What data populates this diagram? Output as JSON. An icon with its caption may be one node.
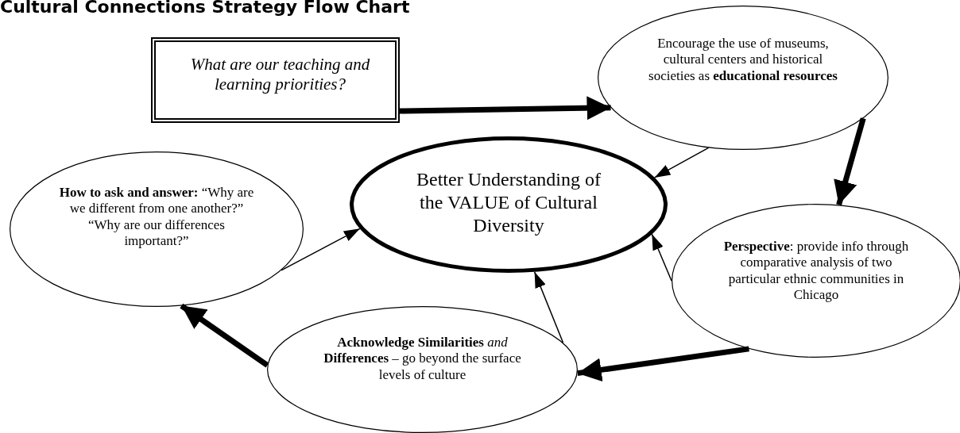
{
  "diagram": {
    "title": "Cultural Connections Strategy Flow Chart",
    "nodes": [
      {
        "text": [
          "What are our teaching and learning priorities?"
        ]
      },
      {
        "text": [
          "Encourage the use of museums, cultural centers and historical societies as **educational resources**"
        ]
      },
      {
        "text": [
          "Better Understanding of the VALUE of Cultural Diversity"
        ]
      },
      {
        "text": [
          "**How to ask and answer:** “Why are we different from one another?” “Why are our differences important?”"
        ]
      },
      {
        "text": [
          "**Perspective**: provide info through comparative analysis of two particular ethnic communities in Chicago"
        ]
      },
      {
        "text": [
          "**Acknowledge Similarities** *and* **Differences** – go beyond the surface levels of culture"
        ]
      }
    ],
    "edges": [
      {
        "from": 0,
        "to": 1,
        "arrow": "to",
        "style": "thick"
      },
      {
        "from": 1,
        "to": 2,
        "arrow": "to"
      },
      {
        "from": 1,
        "to": 4,
        "arrow": "to",
        "style": "thick"
      },
      {
        "from": 4,
        "to": 2,
        "arrow": "to"
      },
      {
        "from": 4,
        "to": 5,
        "arrow": "to",
        "style": "thick"
      },
      {
        "from": 5,
        "to": 2,
        "arrow": "to"
      },
      {
        "from": 5,
        "to": 3,
        "arrow": "to",
        "style": "thick"
      },
      {
        "from": 3,
        "to": 2,
        "arrow": "to"
      }
    ]
  }
}
